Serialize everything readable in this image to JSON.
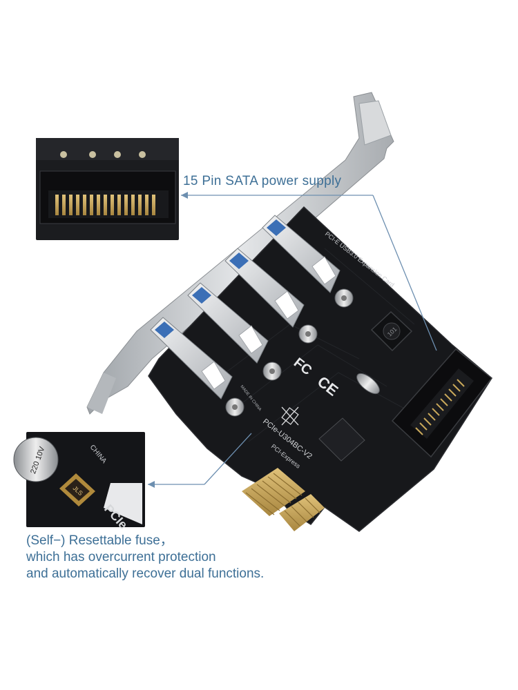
{
  "callouts": {
    "sata": {
      "label": "15 Pin SATA power supply"
    },
    "fuse": {
      "lines": [
        "(Self−) Resettable fuse，",
        "which has overcurrent protection",
        "and automatically recover dual functions."
      ]
    }
  },
  "board_print": {
    "side_text": "PCI-E USB3.0 Expansion Card",
    "model": "PCIe-U304BC-V2",
    "bus": "PCI-Express",
    "origin": "MADE IN CHINA",
    "inductor_mark": "101",
    "inset_origin": "CHINA",
    "inset_model": "PCIe",
    "inset_cap": "220 10V",
    "inset_fuse": "JLS"
  },
  "colors": {
    "pcb": "#17181b",
    "bracket": "#bfc3c7",
    "gold": "#c9a85a",
    "callout_text": "#3d6f96",
    "callout_line": "#6d8fb0"
  }
}
